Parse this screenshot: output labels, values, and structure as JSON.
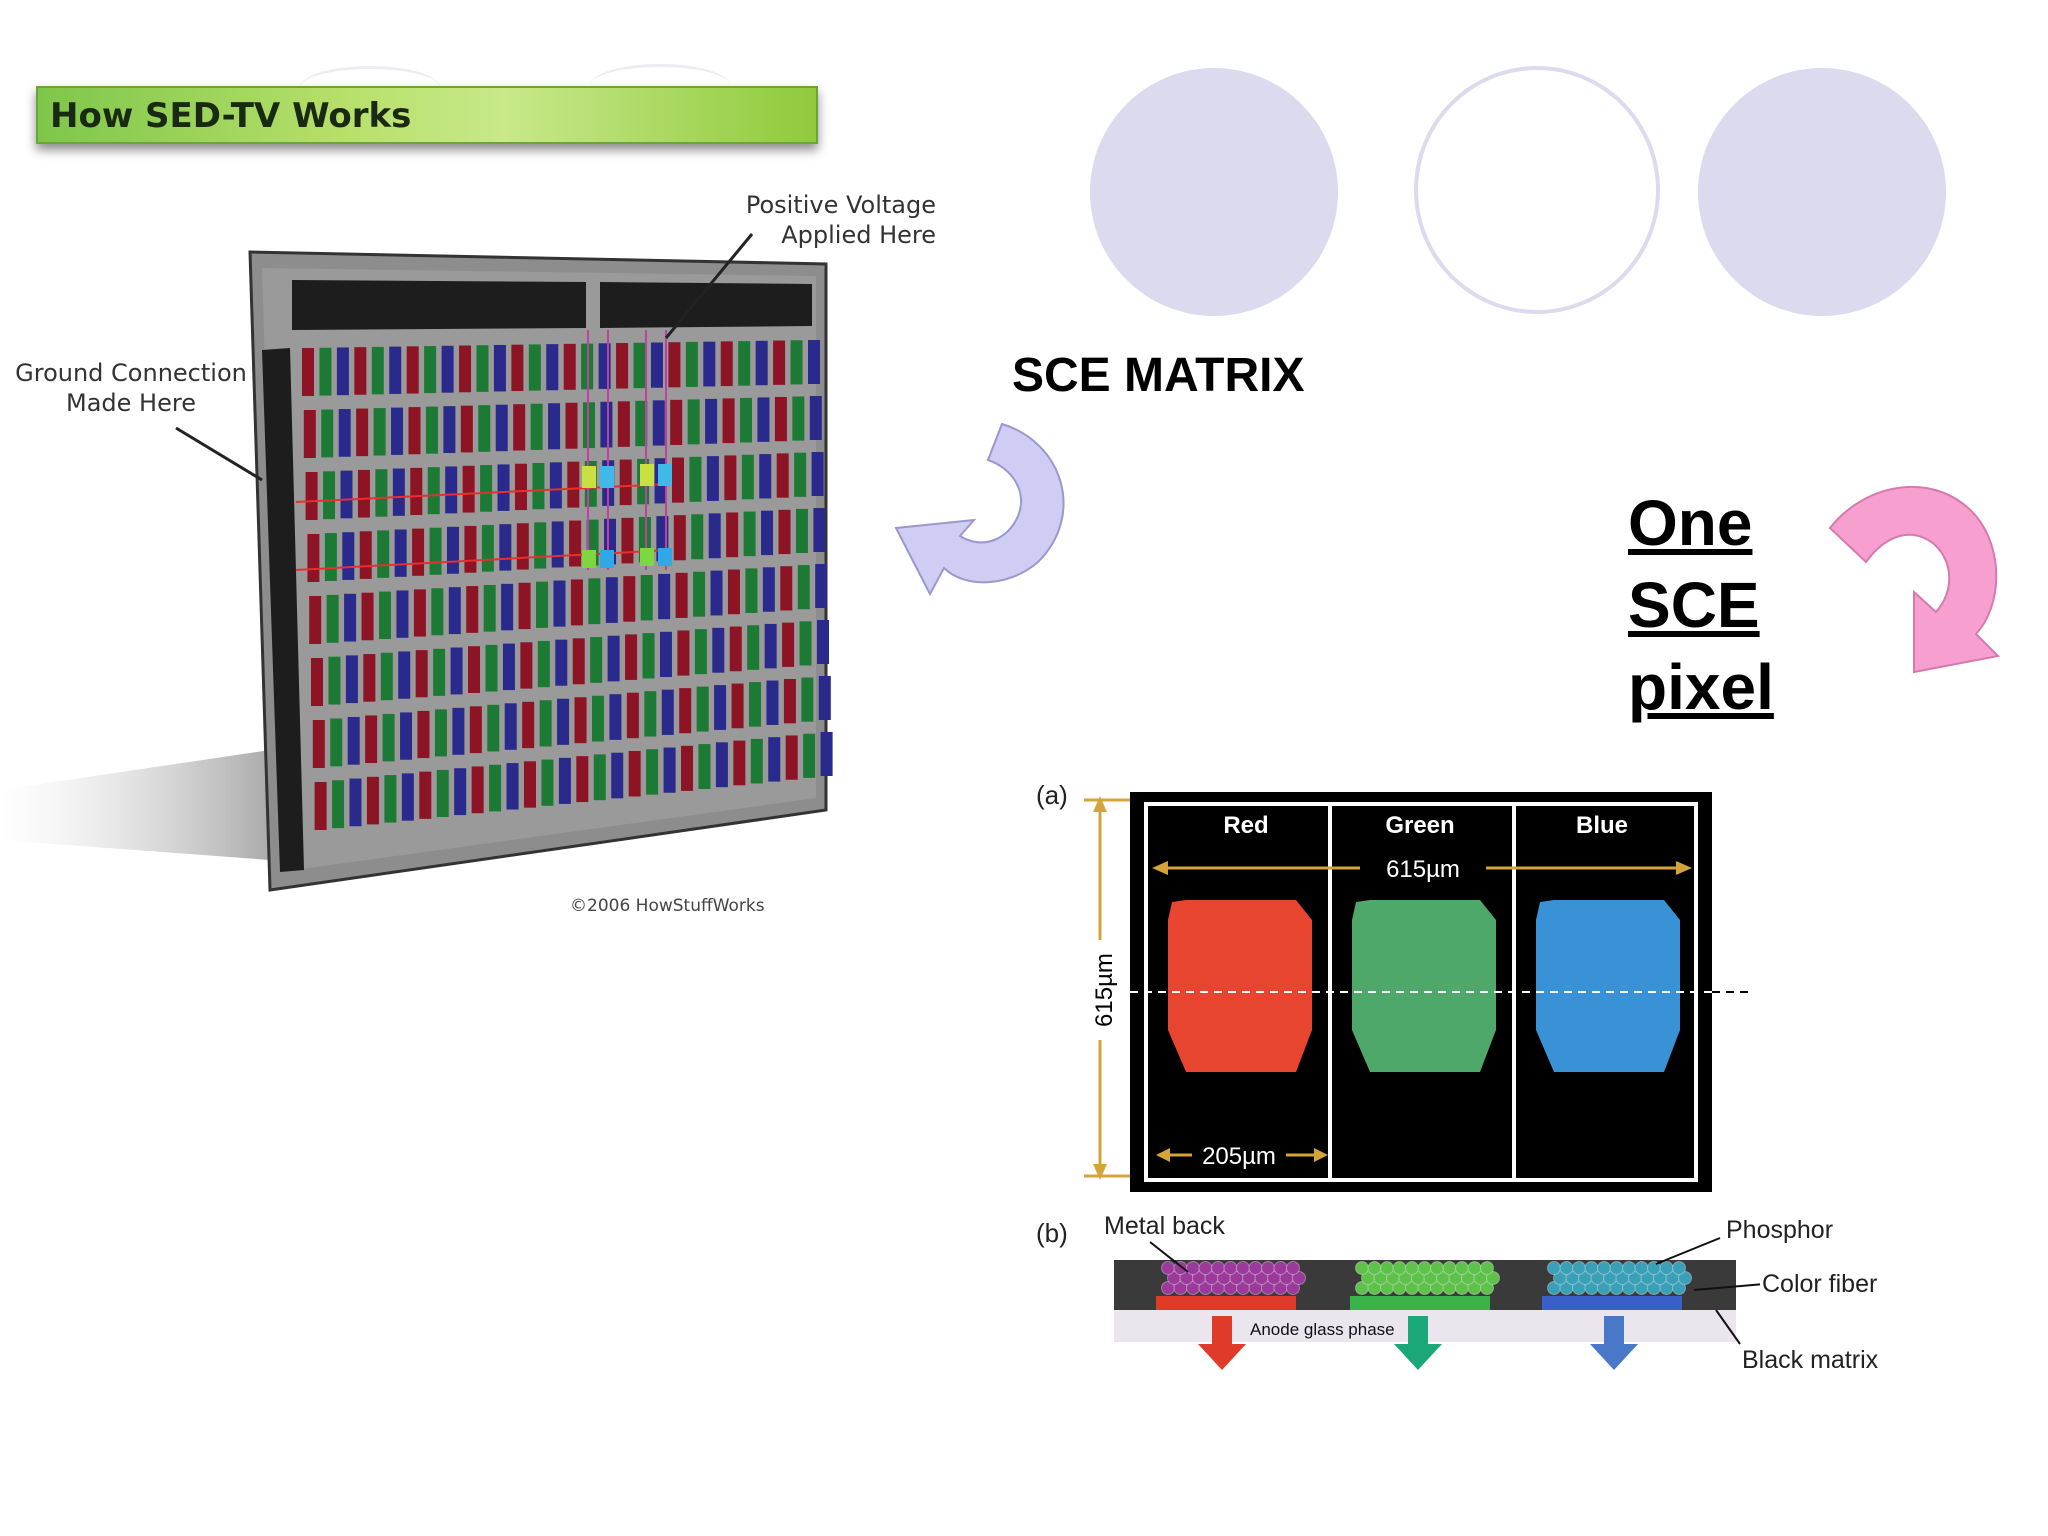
{
  "title": "How SED-TV Works",
  "labels": {
    "positive_voltage": [
      "Positive Voltage",
      "Applied Here"
    ],
    "ground_connection": [
      "Ground Connection",
      "Made Here"
    ],
    "copyright": "©2006 HowStuffWorks"
  },
  "sce_matrix": "SCE MATRIX",
  "one_sce_pixel": [
    "One",
    "SCE",
    "pixel"
  ],
  "diagram_a": {
    "panel_label": "(a)",
    "columns": [
      "Red",
      "Green",
      "Blue"
    ],
    "width_label": "615µm",
    "height_label": "615µm",
    "sub_width_label": "205µm",
    "colors": {
      "red": "#e84530",
      "green": "#4ea86a",
      "blue": "#3a92d6"
    }
  },
  "diagram_b": {
    "panel_label": "(b)",
    "metal_back": "Metal back",
    "phosphor": "Phosphor",
    "color_fiber": "Color fiber",
    "black_matrix": "Black matrix",
    "anode_glass": "Anode glass phase"
  },
  "colors": {
    "circle_fill": "#dcdaee",
    "circle_stroke": "#d6d4ea",
    "arrow_lavender": "#cfcdf3",
    "arrow_pink": "#f7a0d0",
    "title_green": "#8fca3c"
  }
}
